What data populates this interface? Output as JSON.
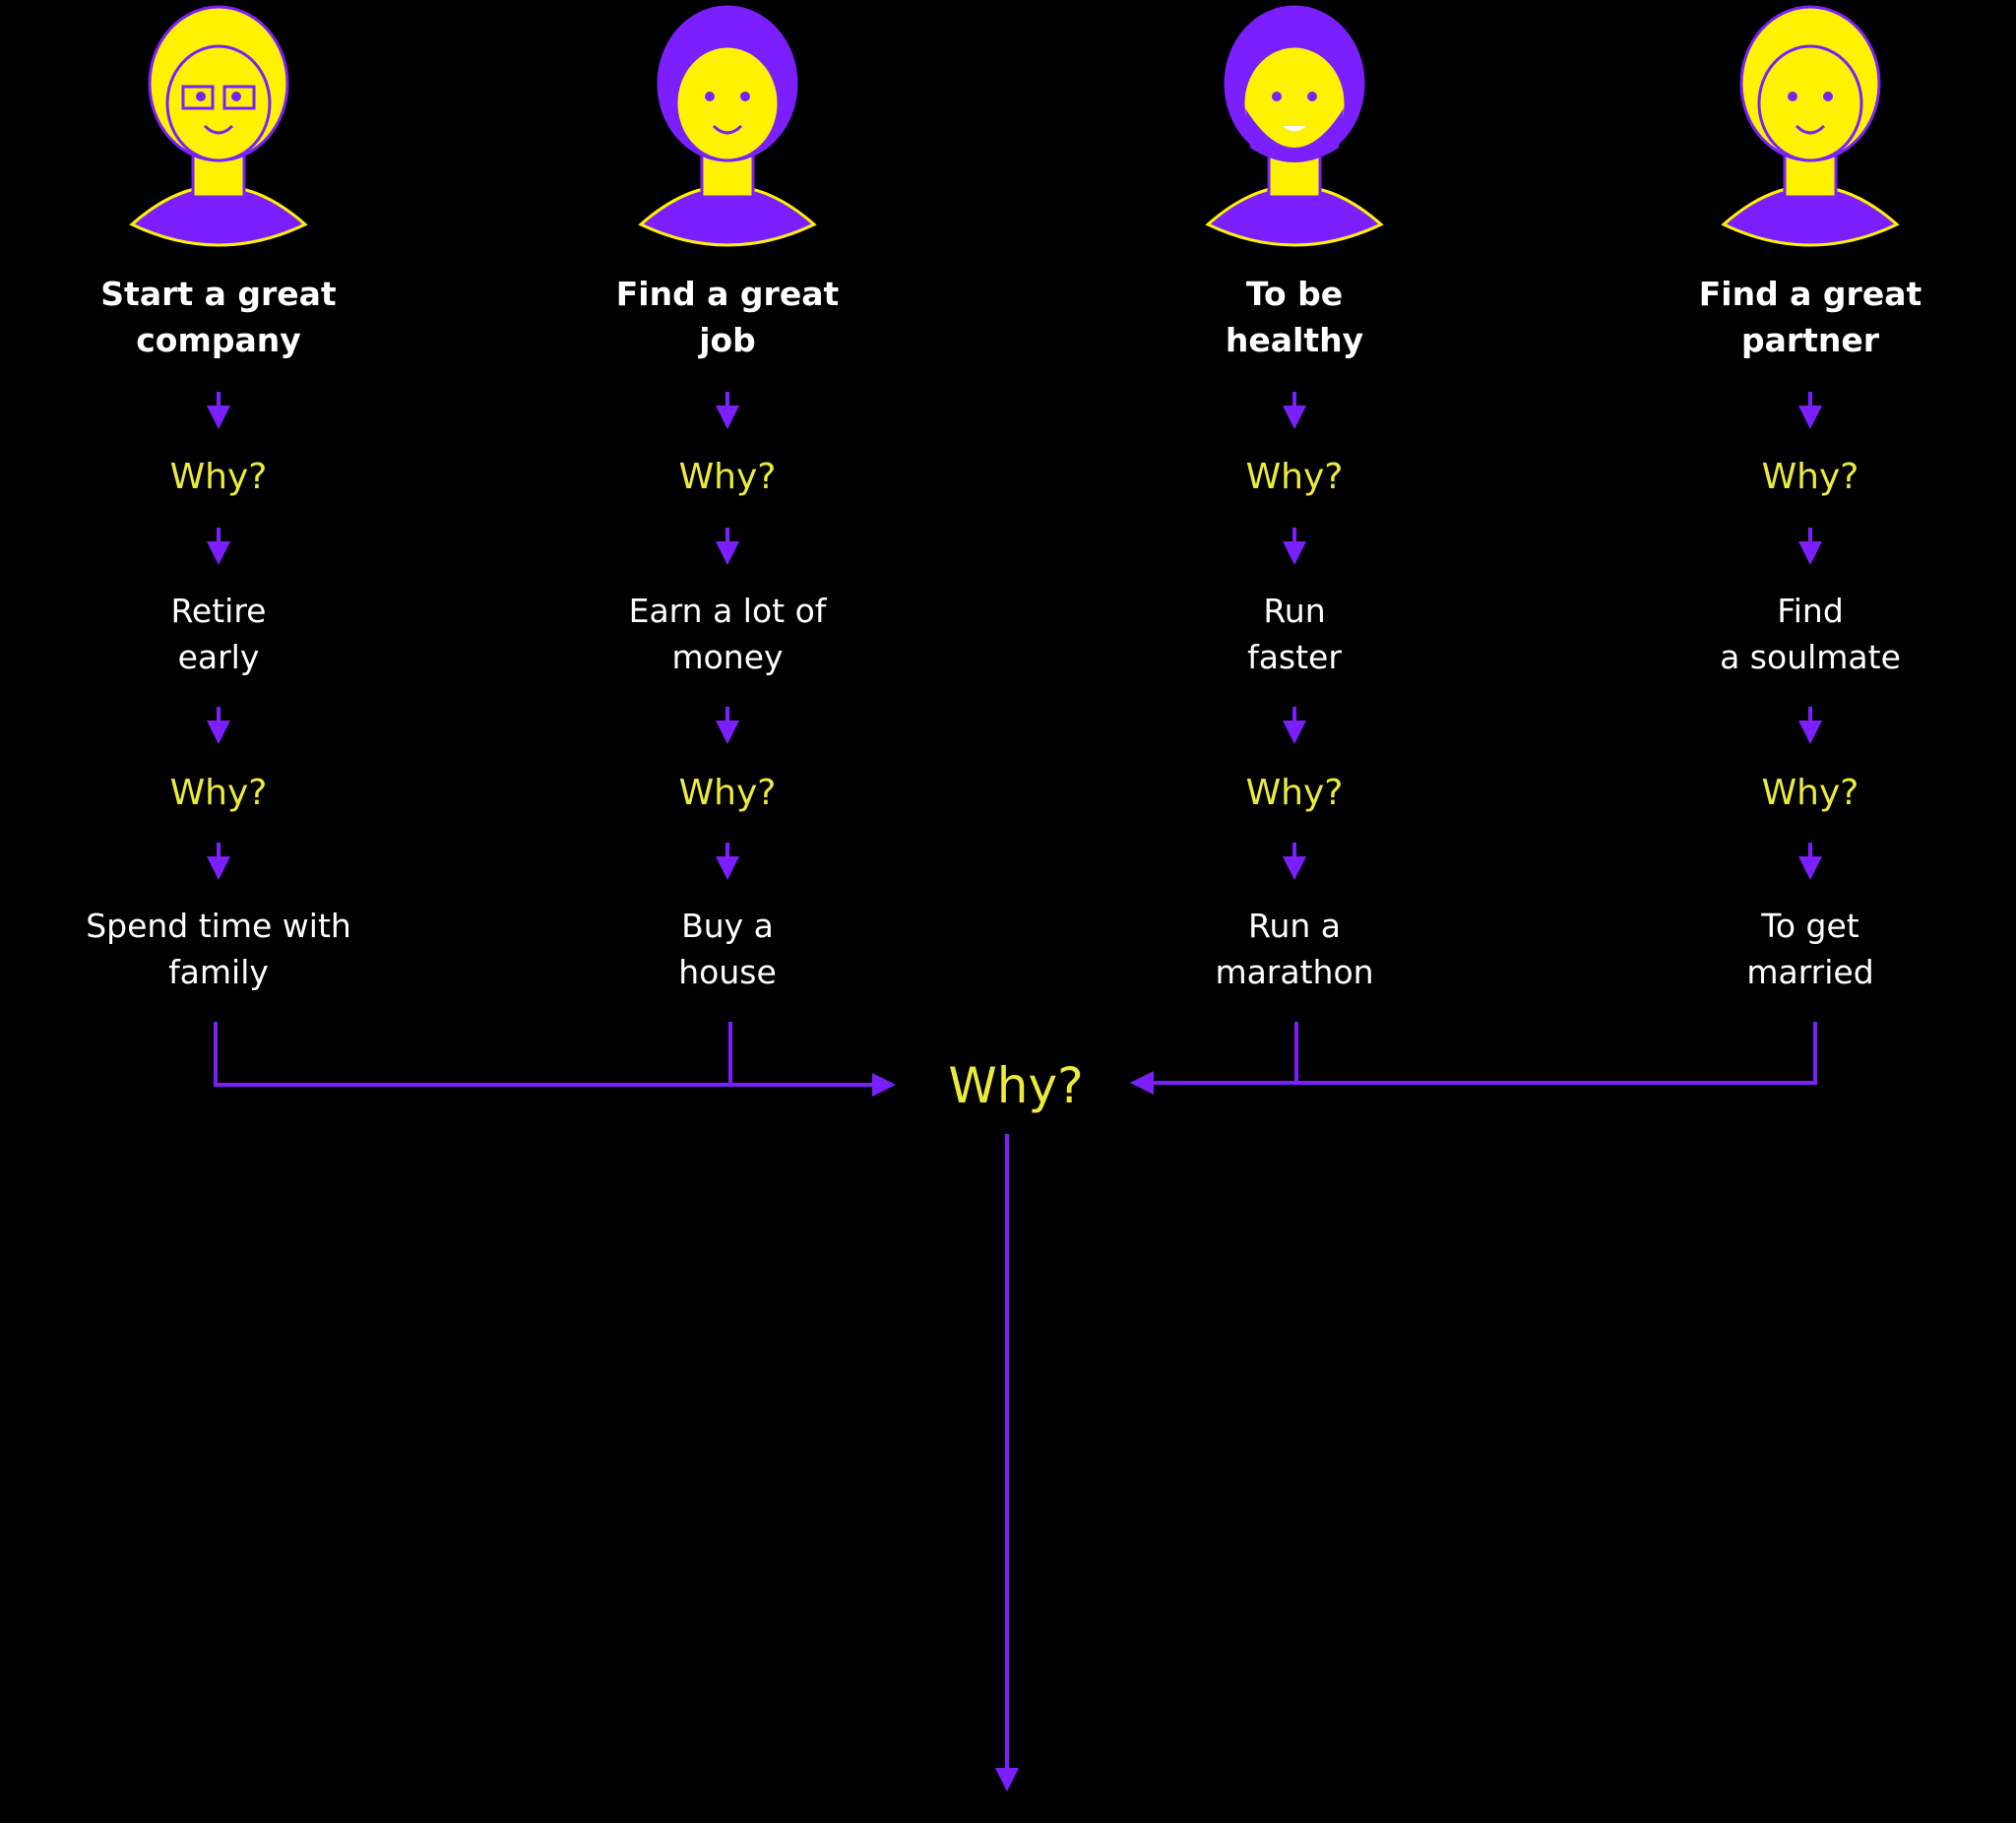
{
  "colors": {
    "purple": "#7B1FFF",
    "yellow": "#FFF200",
    "why": "#EDEB3A",
    "text": "#FFFFFF",
    "background": "#000000"
  },
  "why_label": "Why?",
  "central_label": "Why?",
  "columns": [
    {
      "avatar": "man-glasses-avatar",
      "goal": [
        "Start a great",
        "company"
      ],
      "step1": [
        "Retire",
        "early"
      ],
      "step2": [
        "Spend time with",
        "family"
      ]
    },
    {
      "avatar": "woman-bob-avatar",
      "goal": [
        "Find a great",
        "job"
      ],
      "step1": [
        "Earn a lot of",
        "money"
      ],
      "step2": [
        "Buy a",
        "house"
      ]
    },
    {
      "avatar": "bearded-man-avatar",
      "goal": [
        "To be",
        "healthy"
      ],
      "step1": [
        "Run",
        "faster"
      ],
      "step2": [
        "Run a",
        "marathon"
      ]
    },
    {
      "avatar": "blonde-woman-avatar",
      "goal": [
        "Find a great",
        "partner"
      ],
      "step1": [
        "Find",
        "a soulmate"
      ],
      "step2": [
        "To get",
        "married"
      ]
    }
  ]
}
